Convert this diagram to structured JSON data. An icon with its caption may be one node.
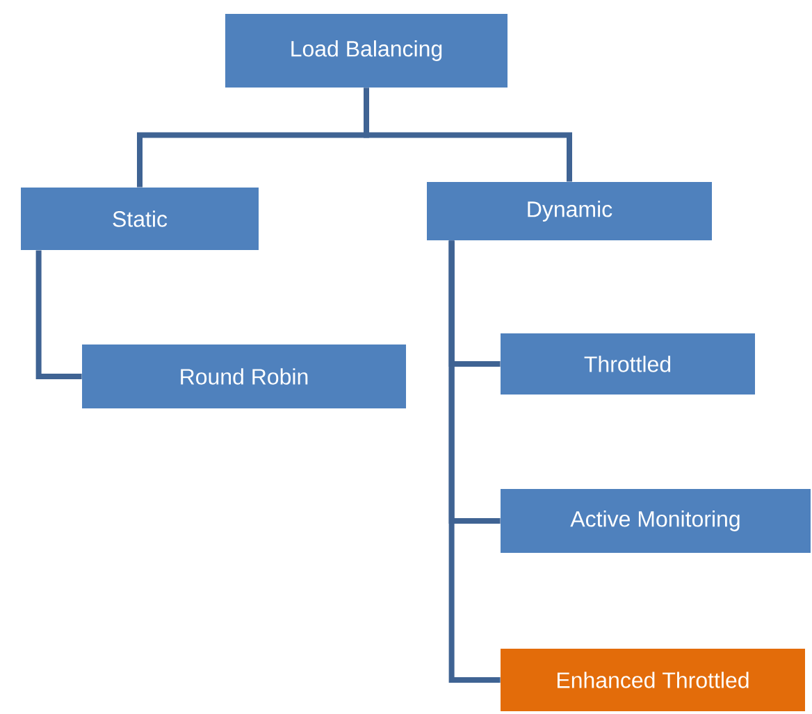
{
  "diagram": {
    "nodes": [
      {
        "text": [
          "Load Balancing"
        ]
      },
      {
        "text": [
          "Static"
        ]
      },
      {
        "text": [
          "Dynamic"
        ]
      },
      {
        "text": [
          "Round Robin"
        ]
      },
      {
        "text": [
          "Throttled"
        ]
      },
      {
        "text": [
          "Active Monitoring"
        ]
      },
      {
        "text": [
          "Enhanced Throttled"
        ]
      }
    ],
    "edges": [
      {
        "from": 0,
        "to": 1,
        "arrow": "none"
      },
      {
        "from": 0,
        "to": 2,
        "arrow": "none"
      },
      {
        "from": 1,
        "to": 3,
        "arrow": "none"
      },
      {
        "from": 2,
        "to": 4,
        "arrow": "none"
      },
      {
        "from": 2,
        "to": 5,
        "arrow": "none"
      },
      {
        "from": 2,
        "to": 6,
        "arrow": "none"
      }
    ]
  }
}
